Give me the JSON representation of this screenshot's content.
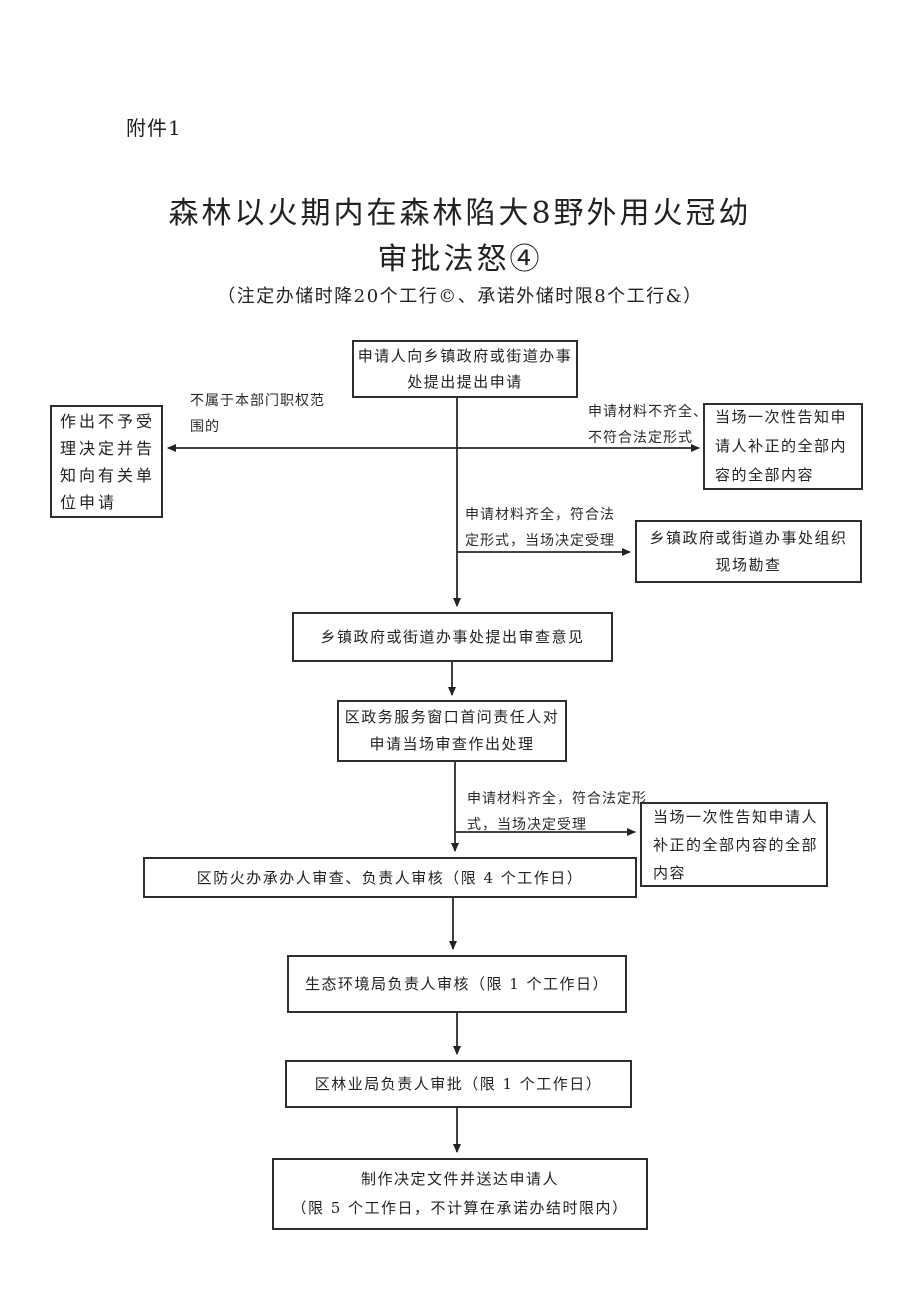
{
  "document": {
    "attachment_label": "附件1",
    "title_line1": "森林以火期内在森林陷大8野外用火冠幼",
    "title_line2": "审批法怒④",
    "subtitle": "（注定办储时降20个工行©、承诺外储时限8个工行&）"
  },
  "flowchart": {
    "boxes": {
      "apply": {
        "lines": [
          "申请人向乡镇政府或街道办事",
          "处提出提出申请"
        ]
      },
      "reject": {
        "lines": [
          "作出不予受",
          "理决定并告",
          "知向有关单",
          "位申请"
        ]
      },
      "inform1": {
        "lines": [
          "当场一次性告知申",
          "请人补正的全部内",
          "容的全部内容"
        ]
      },
      "survey": {
        "lines": [
          "乡镇政府或街道办事处组织",
          "现场勘查"
        ]
      },
      "review": {
        "lines": [
          "乡镇政府或街道办事处提出审查意见"
        ]
      },
      "window": {
        "lines": [
          "区政务服务窗口首问责任人对",
          "申请当场审查作出处理"
        ]
      },
      "inform2": {
        "lines": [
          "当场一次性告知申请人",
          "补正的全部内容的全部",
          "内容"
        ]
      },
      "fire": {
        "lines": [
          "区防火办承办人审查、负责人审核（限 4 个工作日）"
        ]
      },
      "eco": {
        "lines": [
          "生态环境局负责人审核（限 1 个工作日）"
        ]
      },
      "forest": {
        "lines": [
          "区林业局负责人审批（限 1 个工作日）"
        ]
      },
      "deliver": {
        "lines": [
          "制作决定文件并送达申请人",
          "（限 5 个工作日，不计算在承诺办结时限内）"
        ]
      }
    },
    "labels": {
      "not_in_jurisdiction": {
        "lines": [
          "不属于本部门职权范",
          "围的"
        ]
      },
      "materials_incomplete": {
        "lines": [
          "申请材料不齐全、",
          "不符合法定形式"
        ]
      },
      "materials_complete_1": {
        "lines": [
          "申请材料齐全，符合法",
          "定形式，当场决定受理"
        ]
      },
      "materials_complete_2": {
        "lines": [
          "申请材料齐全，符合法定形",
          "式，当场决定受理"
        ]
      }
    },
    "line_color": "#2a2a2a"
  }
}
